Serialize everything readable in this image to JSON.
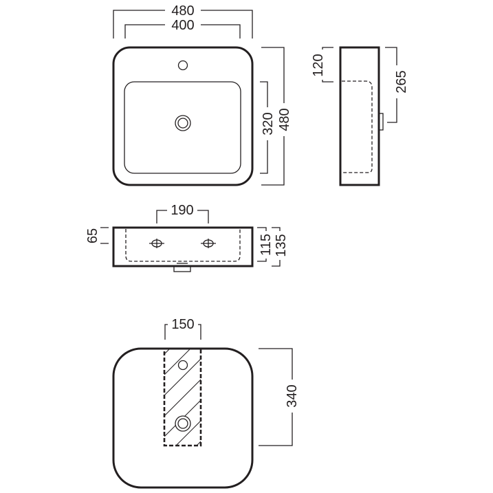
{
  "dimensions": {
    "top_width_outer": "480",
    "top_width_inner": "400",
    "top_depth_basin": "320",
    "top_depth_outer": "480",
    "side_upper": "120",
    "side_waste": "265",
    "front_tap_spacing": "190",
    "front_rim": "65",
    "front_inner_height": "115",
    "front_total_height": "135",
    "base_width": "150",
    "base_depth": "340"
  }
}
